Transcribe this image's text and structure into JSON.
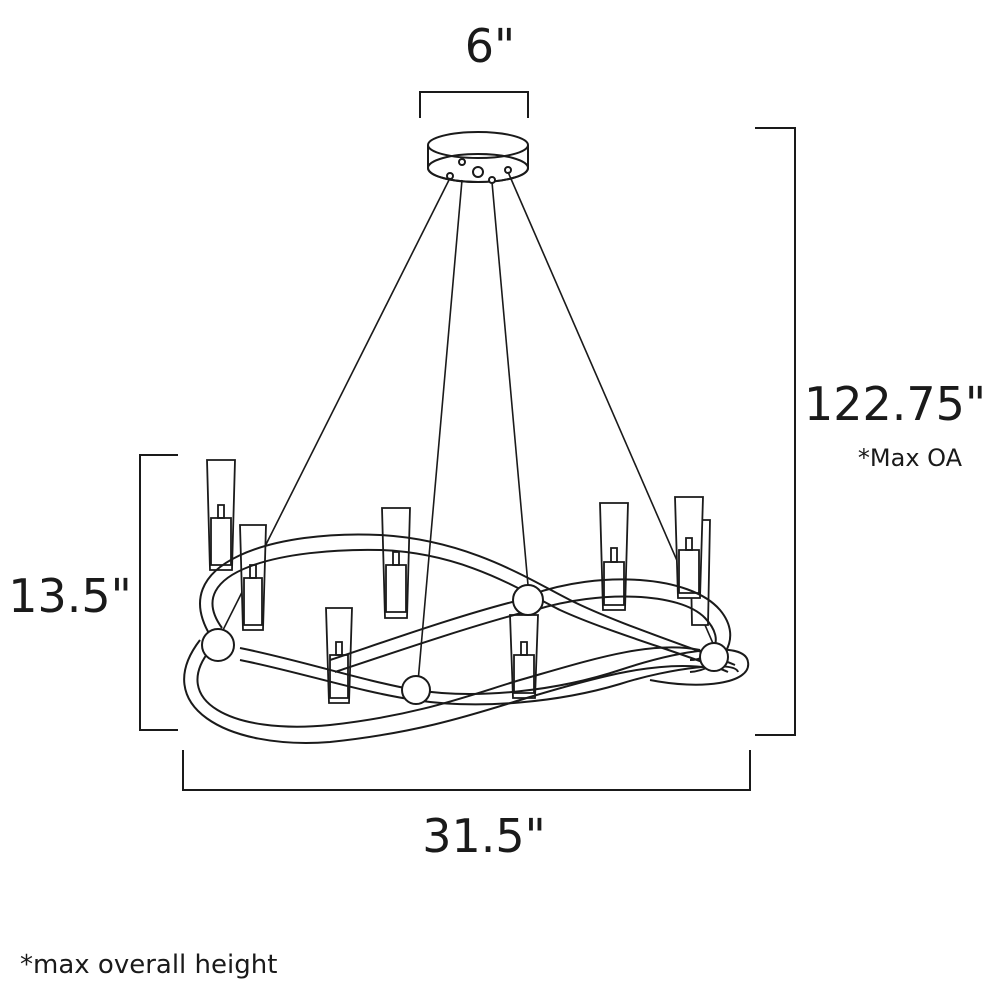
{
  "dimensions": {
    "canopy_width": "6\"",
    "overall_height": "122.75\"",
    "overall_height_note": "*Max OA",
    "fixture_height": "13.5\"",
    "fixture_width": "31.5\""
  },
  "footnote": "*max overall height",
  "colors": {
    "line": "#1a1a1a",
    "background": "#ffffff"
  }
}
